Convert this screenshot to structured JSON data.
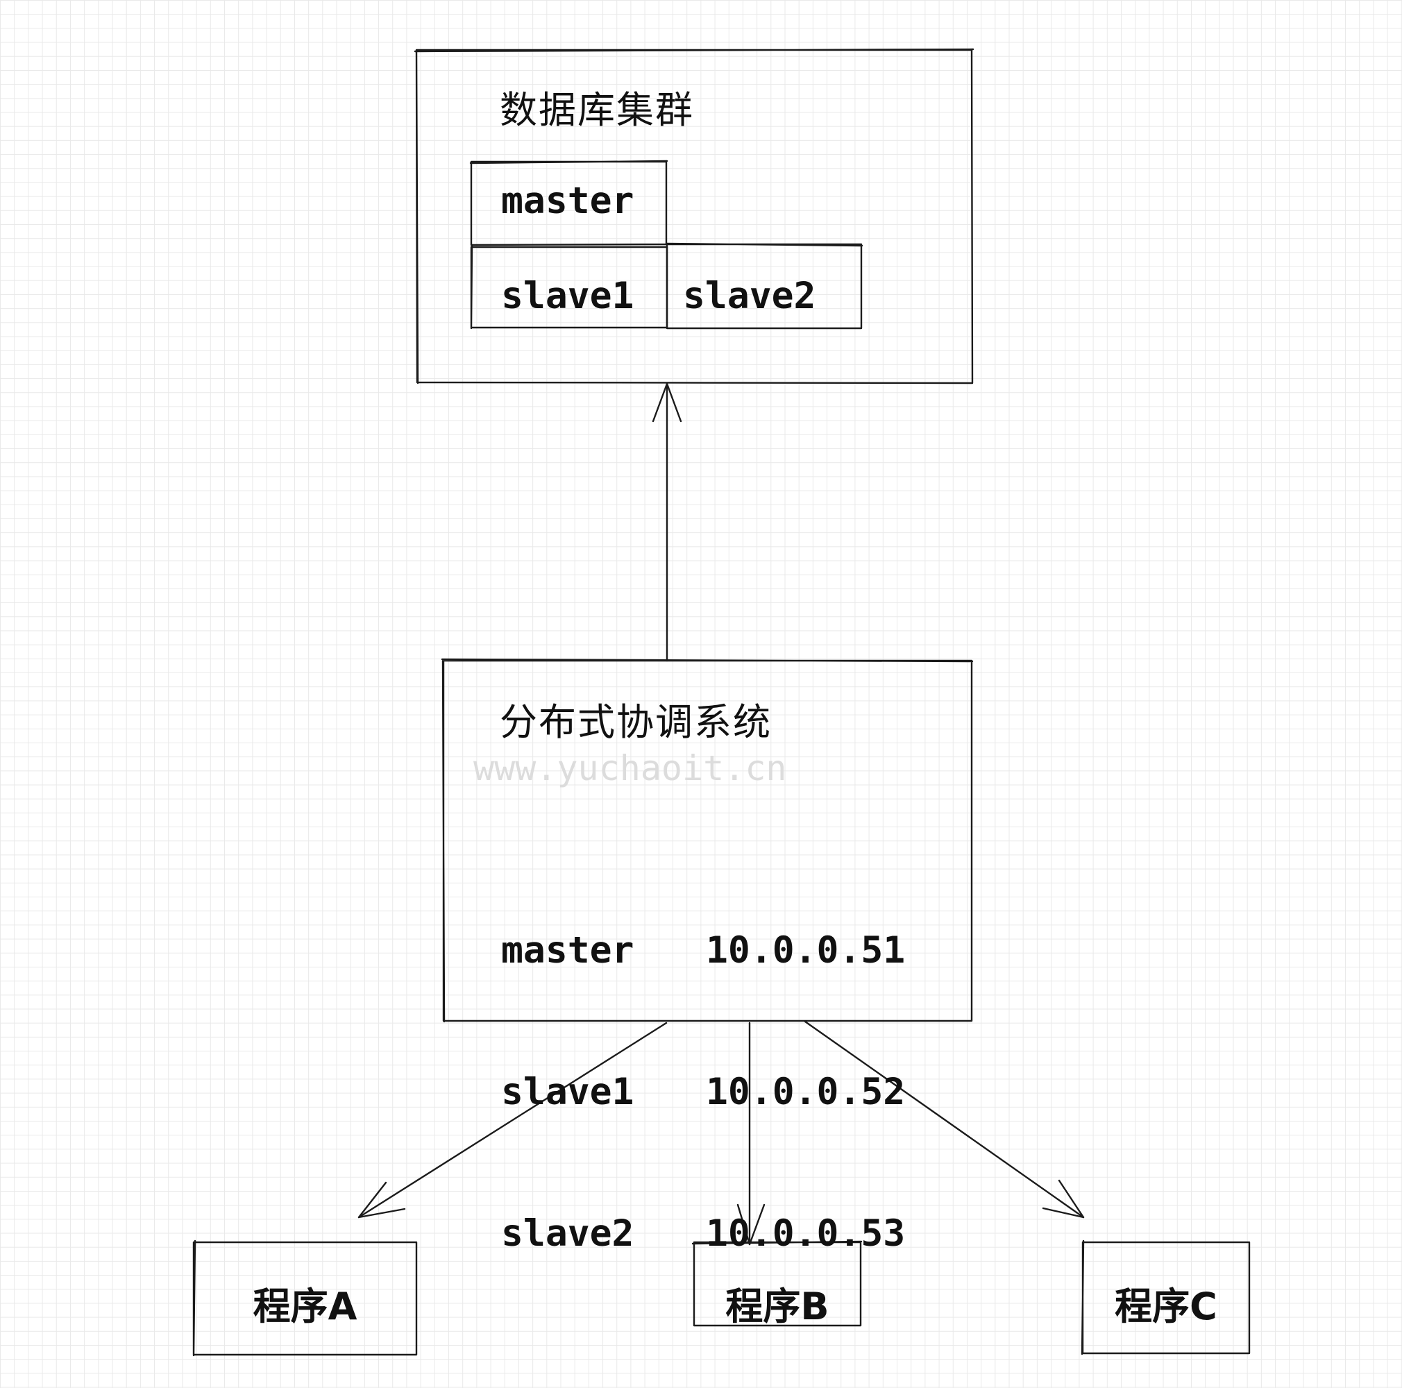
{
  "db_cluster": {
    "title": "数据库集群",
    "nodes": {
      "master": "master",
      "slave1": "slave1",
      "slave2": "slave2"
    }
  },
  "coordinator": {
    "title": "分布式协调系统",
    "watermark": "www.yuchaoit.cn",
    "ip_table": [
      {
        "name": "master",
        "ip": "10.0.0.51"
      },
      {
        "name": "slave1",
        "ip": "10.0.0.52"
      },
      {
        "name": "slave2",
        "ip": "10.0.0.53"
      }
    ]
  },
  "programs": [
    "程序A",
    "程序B",
    "程序C"
  ]
}
